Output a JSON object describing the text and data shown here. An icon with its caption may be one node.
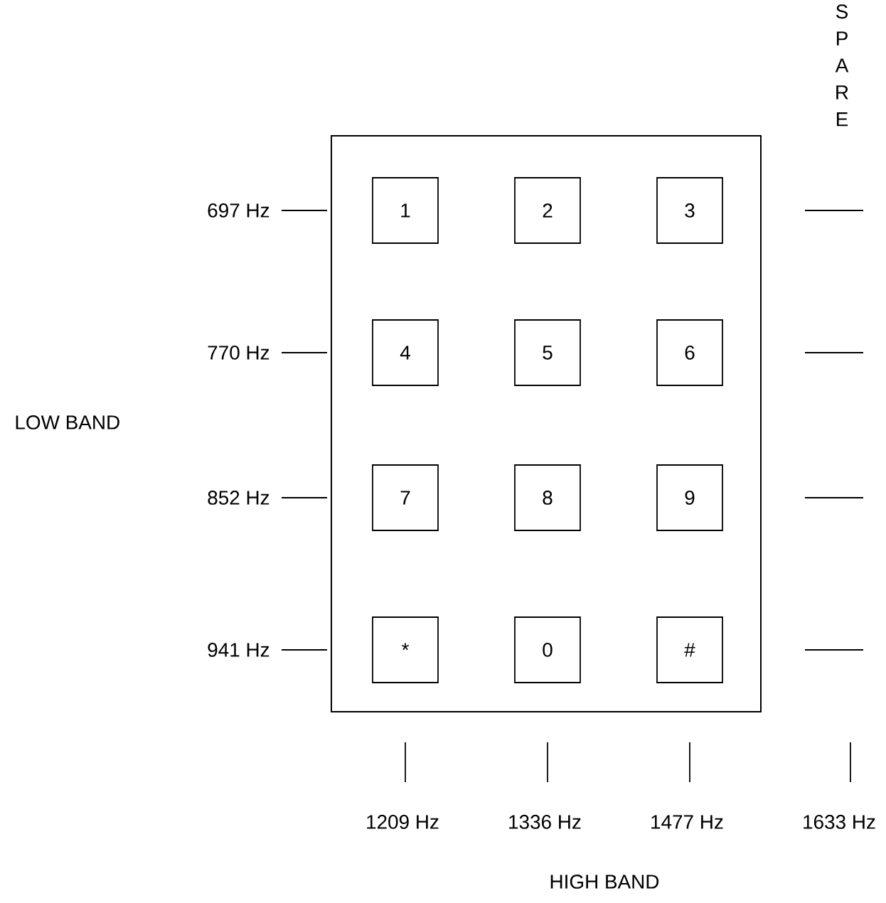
{
  "diagram": {
    "nodes": [
      {
        "text": [],
        "shape": "box"
      },
      {
        "text": [
          "1"
        ],
        "in": 0
      },
      {
        "text": [
          "2"
        ],
        "in": 0
      },
      {
        "text": [
          "3"
        ],
        "in": 0
      },
      {
        "text": [
          "4"
        ],
        "in": 0
      },
      {
        "text": [
          "5"
        ],
        "in": 0
      },
      {
        "text": [
          "6"
        ],
        "in": 0
      },
      {
        "text": [
          "7"
        ],
        "in": 0
      },
      {
        "text": [
          "8"
        ],
        "in": 0
      },
      {
        "text": [
          "9"
        ],
        "in": 0
      },
      {
        "text": [
          "*"
        ],
        "in": 0
      },
      {
        "text": [
          "0"
        ],
        "in": 0
      },
      {
        "text": [
          "#"
        ],
        "in": 0
      }
    ],
    "labels": [
      "SPARE",
      "697 Hz",
      "770 Hz",
      "LOW BAND",
      "852 Hz",
      "941 Hz",
      "1209 Hz",
      "1336 Hz",
      "1477 Hz",
      "1633 Hz",
      "HIGH BAND"
    ]
  }
}
